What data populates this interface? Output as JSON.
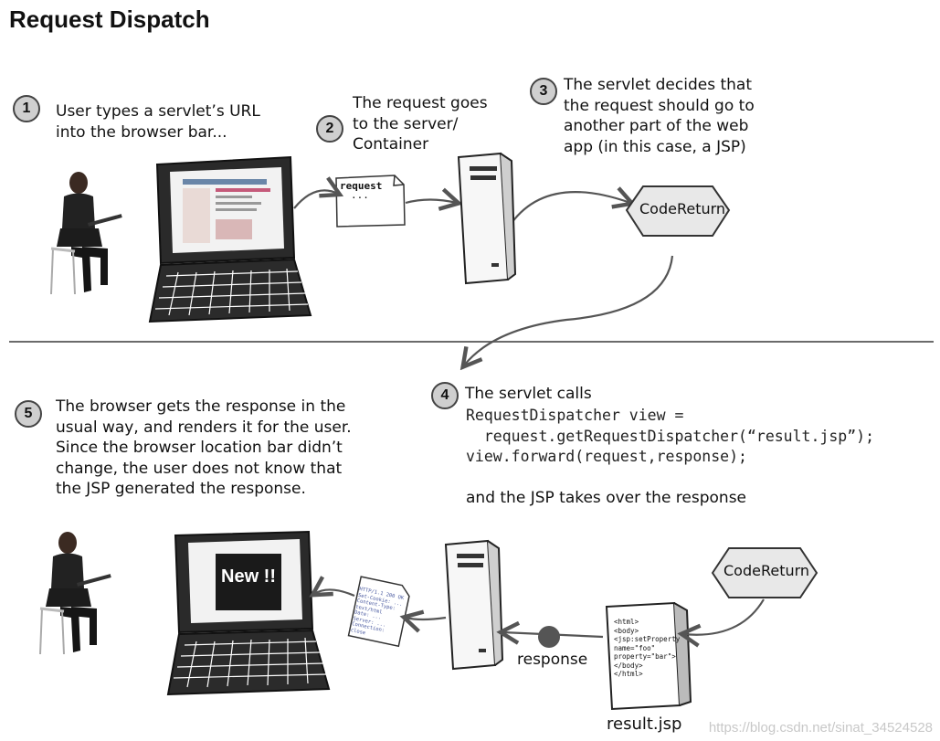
{
  "title": "Request Dispatch",
  "steps": [
    {
      "number": "1",
      "text": "User types a servlet’s URL\ninto the browser bar..."
    },
    {
      "number": "2",
      "text": "The request goes\nto the server/\nContainer"
    },
    {
      "number": "3",
      "text": "The servlet decides that\nthe request should go to\nanother part of the web\napp (in this case, a JSP)"
    },
    {
      "number": "4",
      "text": "The servlet calls",
      "code": "RequestDispatcher view =\n  request.getRequestDispatcher(“result.jsp”);\nview.forward(request,response);",
      "after": "and the JSP takes over the response"
    },
    {
      "number": "5",
      "text": "The browser gets the response in the\nusual way, and renders it for the user.\nSince the browser location bar didn’t\nchange, the user does not know that\nthe JSP generated the response."
    }
  ],
  "request_note": {
    "line1": "request",
    "line2": "..."
  },
  "servlet_top_label": "CodeReturn",
  "servlet_bottom_label": "CodeReturn",
  "browser_screen_text": "New !!",
  "response_label": "response",
  "jsp_file_label": "result.jsp",
  "jsp_code": [
    "<html>",
    "<body>",
    "<jsp:setProperty",
    "name=\"foo\"",
    "property=\"bar\">",
    "</body>",
    "</html>"
  ],
  "http_response_lines": [
    "HTTP/1.1 200 OK",
    "Set-Cookie: ...",
    "Content-Type:",
    "text/html",
    "Date: ...",
    "Server: ...",
    "Connection:",
    "close"
  ],
  "watermark": "https://blog.csdn.net/sinat_34524528"
}
